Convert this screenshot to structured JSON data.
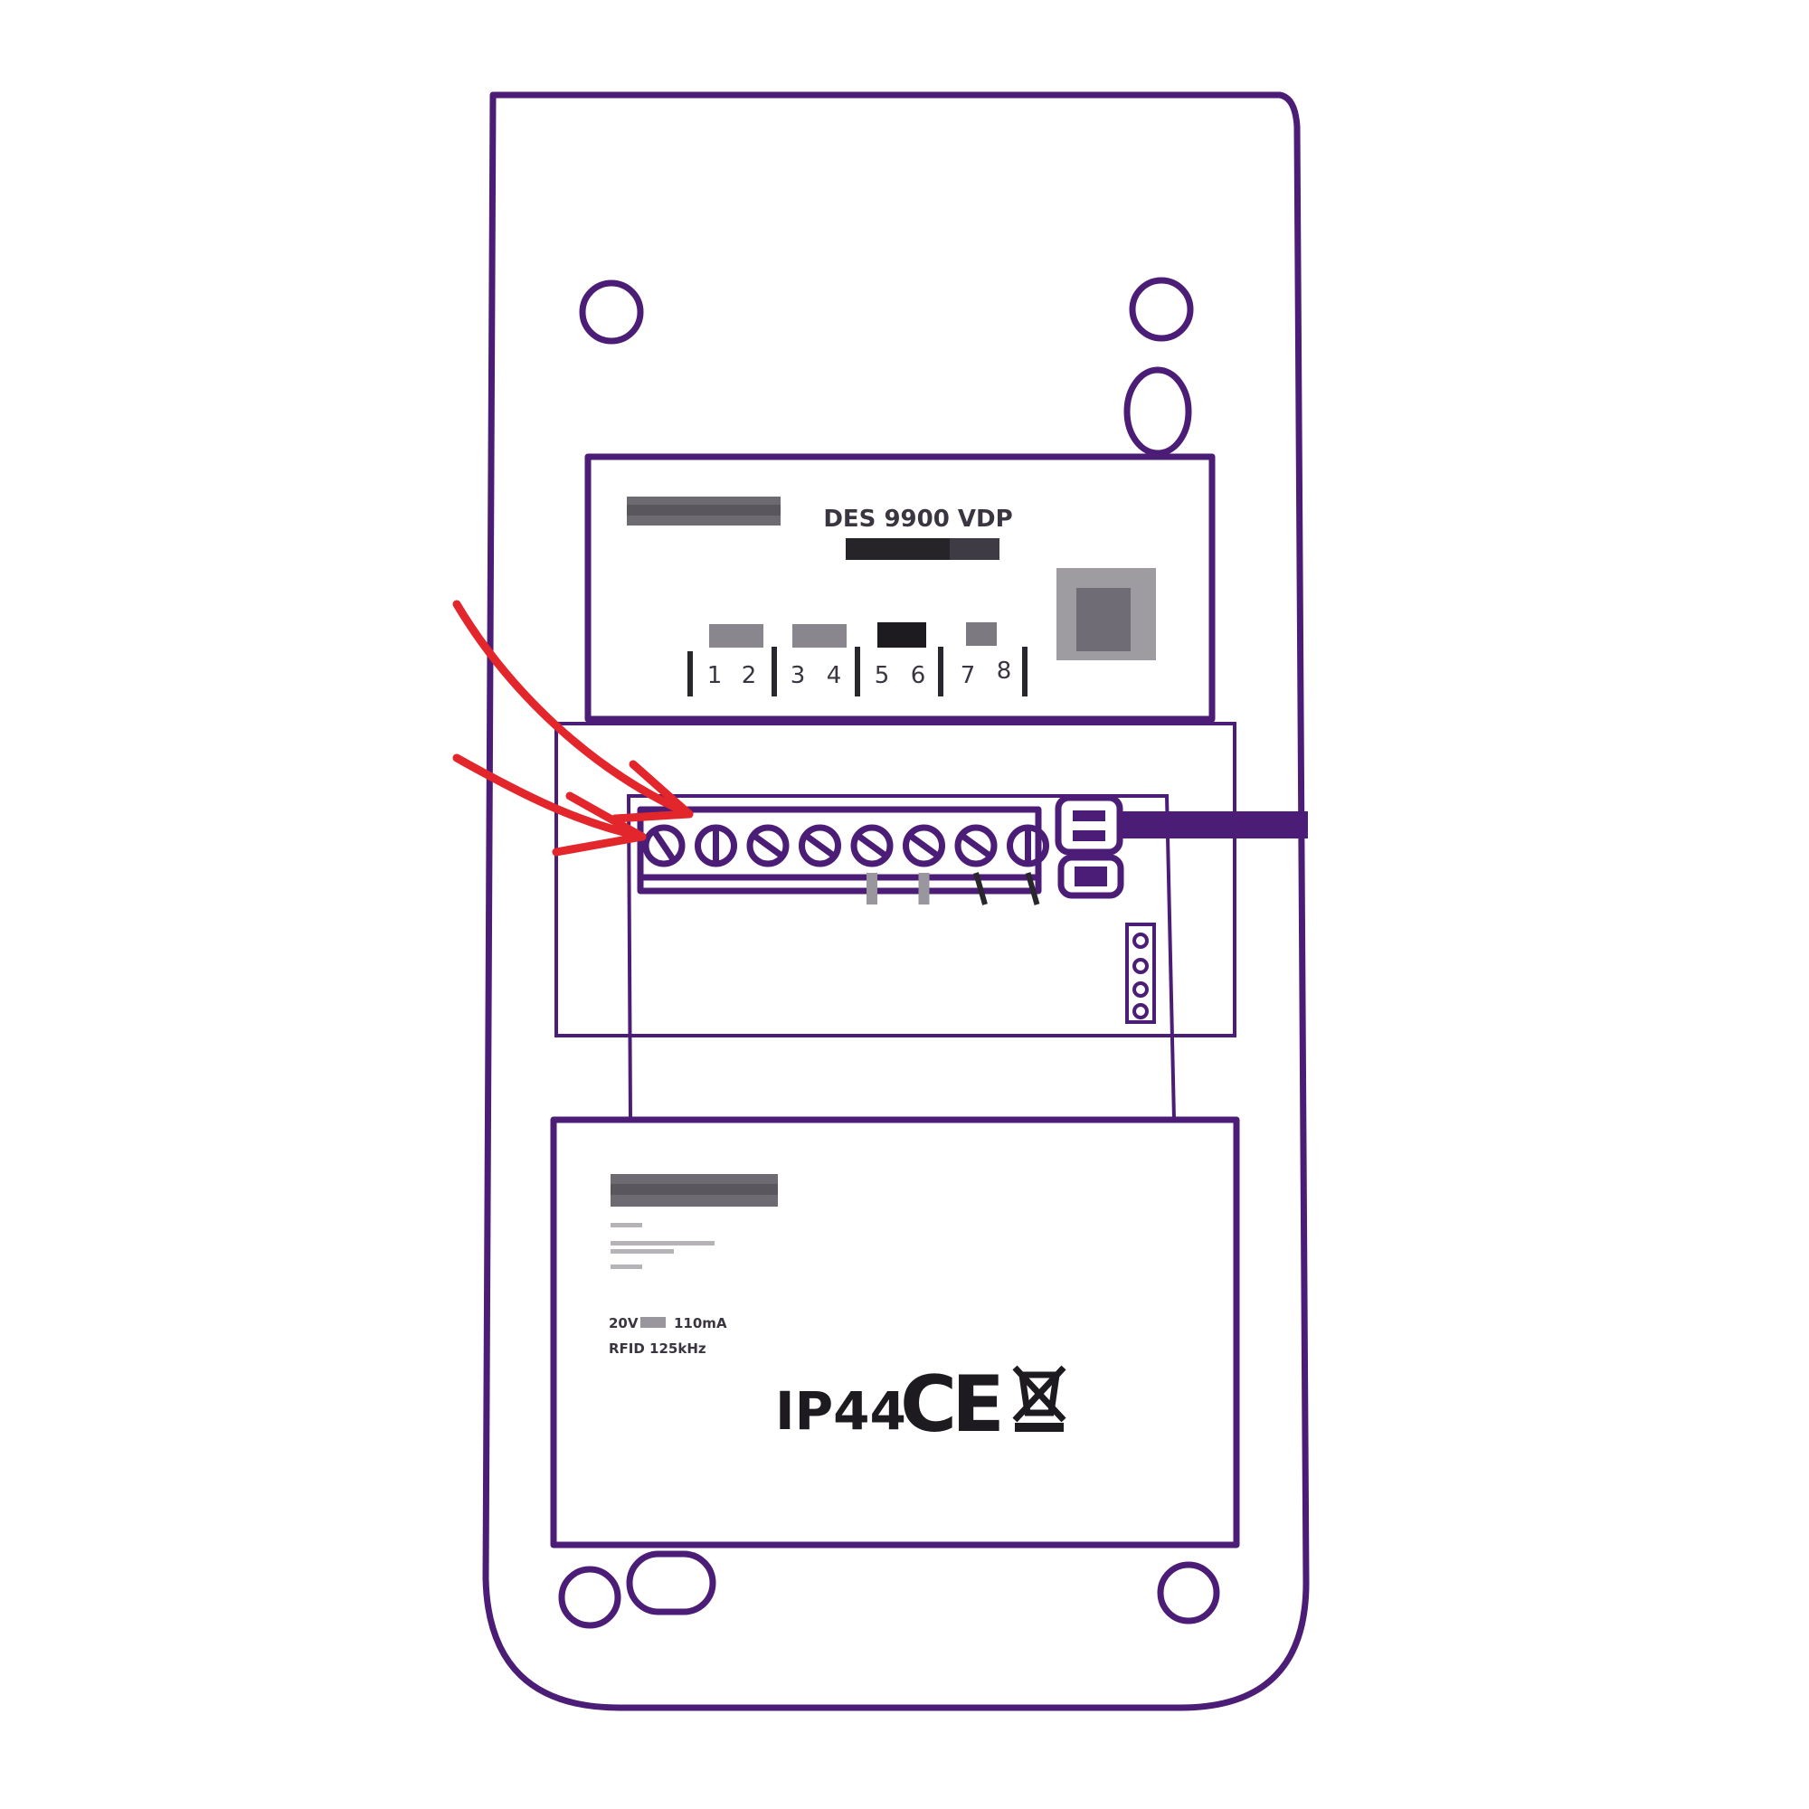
{
  "colors": {
    "outline": "#4b1d77",
    "arrow": "#e3262b",
    "label_text": "#3a3540",
    "blur": "#6e6a72"
  },
  "top_label": {
    "model": "DES 9900 VDP",
    "terminal_numbers": [
      "1",
      "2",
      "3",
      "4",
      "5",
      "6",
      "7",
      "8"
    ]
  },
  "bottom_label": {
    "rating_line_1": "20V",
    "rating_current": "110mA",
    "rating_line_2": "RFID 125kHz",
    "ip_rating": "IP44",
    "ce_mark": "CE",
    "weee_icon": "crossed-out-bin-icon"
  },
  "terminal_block": {
    "screw_count": 8
  },
  "arrows": {
    "count": 2
  }
}
